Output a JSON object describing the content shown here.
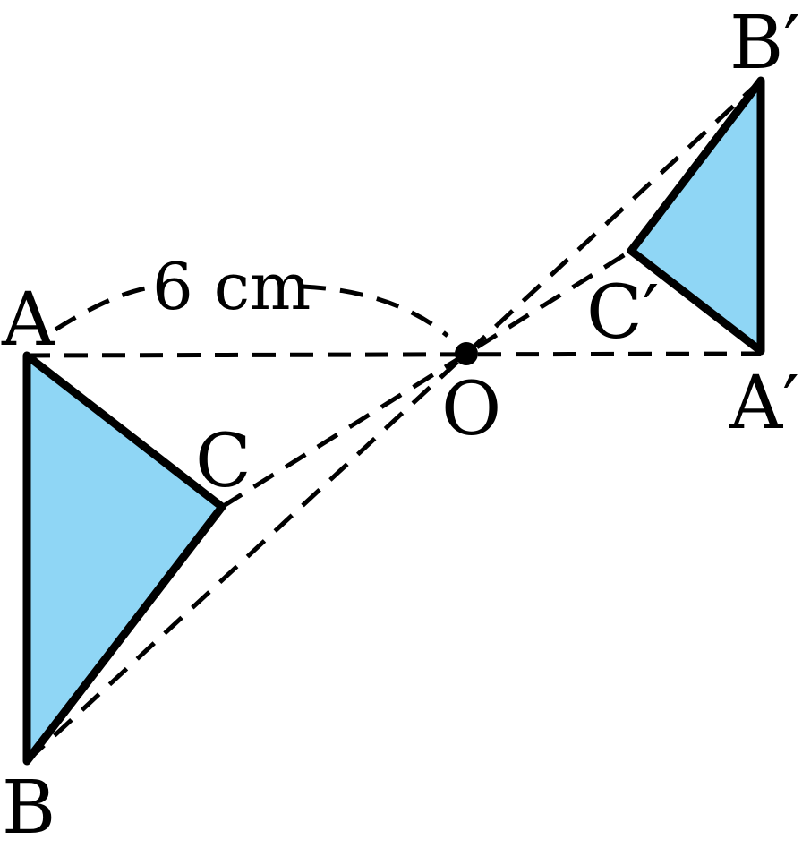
{
  "labels": {
    "A": "A",
    "B": "B",
    "C": "C",
    "O": "O",
    "A_prime": "A′",
    "B_prime": "B′",
    "C_prime": "C′"
  },
  "measurement": "6 cm",
  "colors": {
    "triangle_fill": "#8fd6f5",
    "stroke": "#000000",
    "background": "#ffffff"
  }
}
